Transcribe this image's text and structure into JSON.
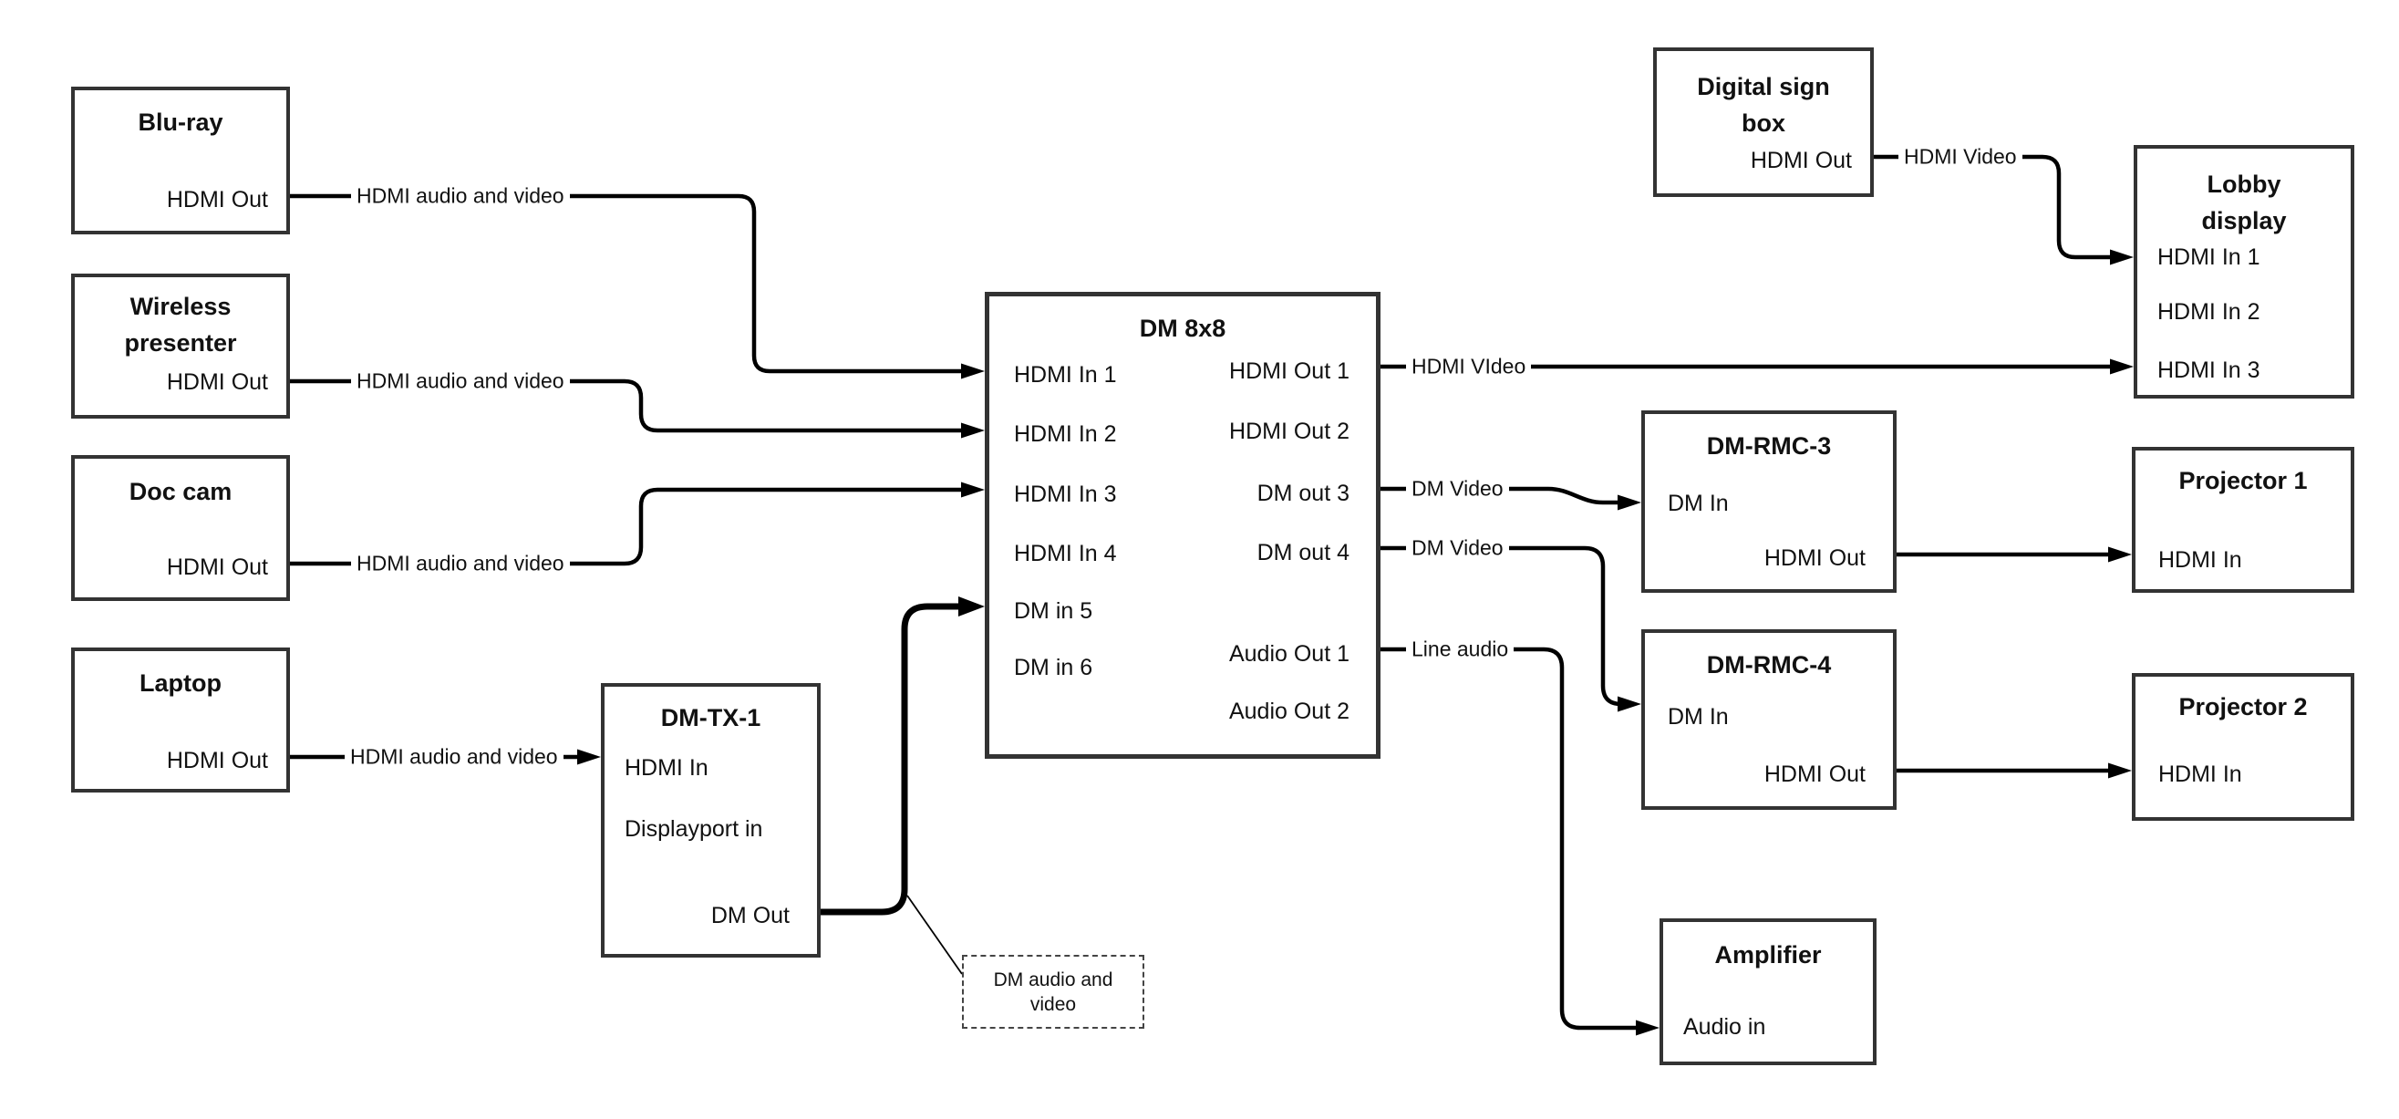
{
  "diagram": {
    "colors": {
      "box_border": "#333333",
      "wire": "#000000",
      "text": "#111111",
      "background": "#ffffff"
    },
    "nodes": {
      "bluray": {
        "title": "Blu-ray",
        "ports": {
          "hdmi_out": "HDMI Out"
        }
      },
      "wireless": {
        "title_line1": "Wireless",
        "title_line2": "presenter",
        "ports": {
          "hdmi_out": "HDMI Out"
        }
      },
      "doccam": {
        "title": "Doc cam",
        "ports": {
          "hdmi_out": "HDMI Out"
        }
      },
      "laptop": {
        "title": "Laptop",
        "ports": {
          "hdmi_out": "HDMI Out"
        }
      },
      "dmtx1": {
        "title": "DM-TX-1",
        "ports": {
          "hdmi_in": "HDMI In",
          "displayport_in": "Displayport in",
          "dm_out": "DM Out"
        }
      },
      "dm8x8": {
        "title": "DM 8x8",
        "ports_left": [
          "HDMI In 1",
          "HDMI In 2",
          "HDMI In 3",
          "HDMI In 4",
          "DM in 5",
          "DM in 6"
        ],
        "ports_right": [
          "HDMI Out 1",
          "HDMI Out 2",
          "DM out 3",
          "DM out 4",
          "Audio Out 1",
          "Audio Out 2"
        ]
      },
      "digitalsign": {
        "title_line1": "Digital sign",
        "title_line2": "box",
        "ports": {
          "hdmi_out": "HDMI Out"
        }
      },
      "lobby": {
        "title_line1": "Lobby",
        "title_line2": "display",
        "ports": {
          "in1": "HDMI In 1",
          "in2": "HDMI In 2",
          "in3": "HDMI In 3"
        }
      },
      "dmrmc3": {
        "title": "DM-RMC-3",
        "ports": {
          "dm_in": "DM In",
          "hdmi_out": "HDMI Out"
        }
      },
      "dmrmc4": {
        "title": "DM-RMC-4",
        "ports": {
          "dm_in": "DM In",
          "hdmi_out": "HDMI Out"
        }
      },
      "proj1": {
        "title": "Projector 1",
        "ports": {
          "hdmi_in": "HDMI In"
        }
      },
      "proj2": {
        "title": "Projector 2",
        "ports": {
          "hdmi_in": "HDMI In"
        }
      },
      "amplifier": {
        "title": "Amplifier",
        "ports": {
          "audio_in": "Audio in"
        }
      }
    },
    "wire_labels": {
      "hdmi_av": "HDMI audio and video",
      "hdmi_video_caps": "HDMI VIdeo",
      "hdmi_video": "HDMI Video",
      "dm_video": "DM Video",
      "line_audio": "Line audio"
    },
    "callout": {
      "line1": "DM audio and",
      "line2": "video"
    }
  }
}
